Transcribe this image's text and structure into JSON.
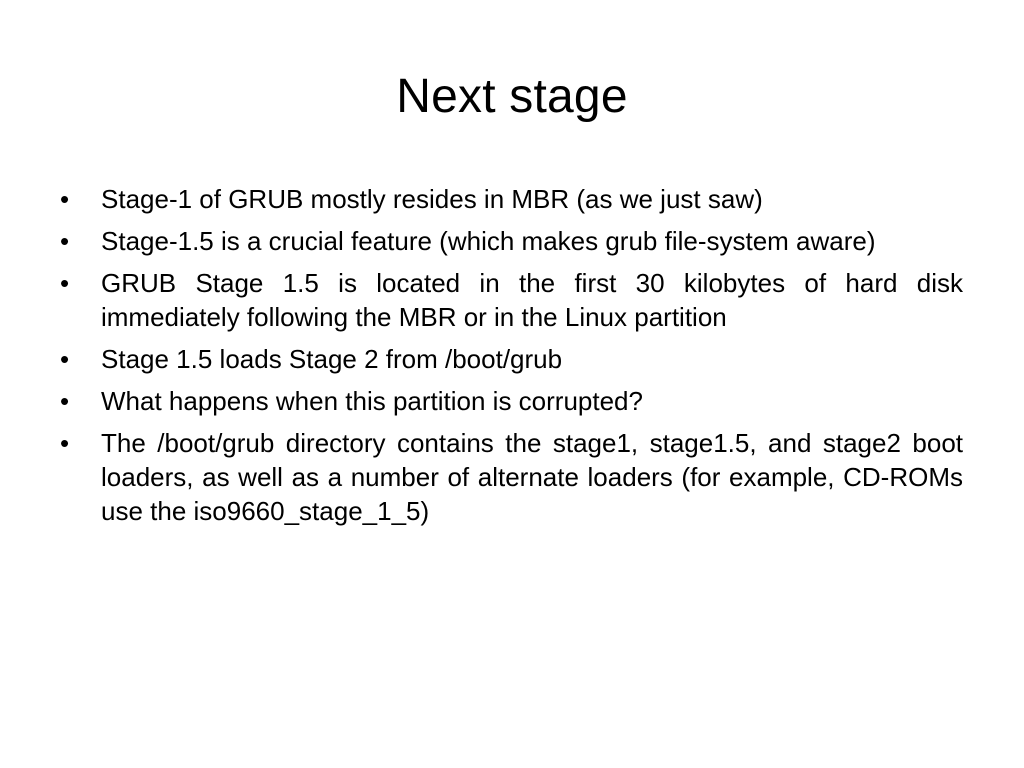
{
  "slide": {
    "title": "Next stage",
    "bullets": [
      "Stage-1 of GRUB mostly resides in MBR (as we just saw)",
      "Stage-1.5 is a crucial feature (which makes grub file-system aware)",
      "GRUB Stage 1.5 is located in the first 30 kilobytes of hard disk immediately following the MBR or in the Linux partition",
      "Stage 1.5 loads Stage 2 from /boot/grub",
      "What happens when this partition is corrupted?",
      "The /boot/grub directory contains the stage1, stage1.5, and stage2 boot loaders, as well as a number of alternate loaders (for example, CD-ROMs use the iso9660_stage_1_5)"
    ],
    "bullet_glyph": "•"
  }
}
